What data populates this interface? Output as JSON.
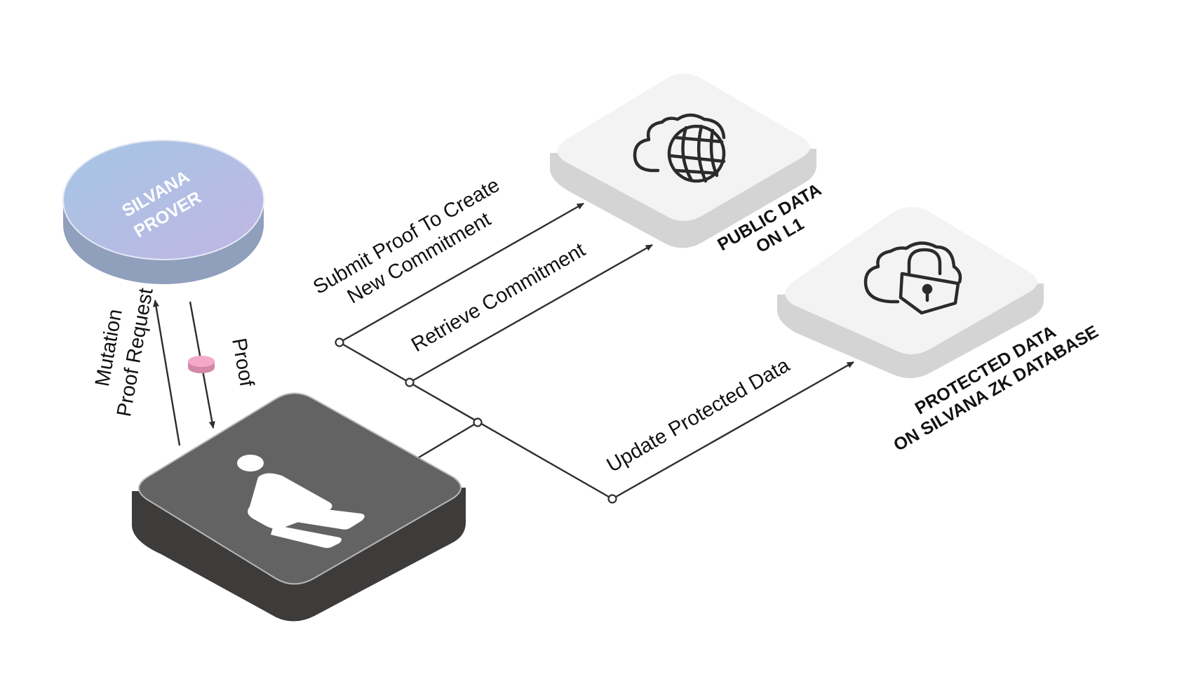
{
  "prover": {
    "label_line1": "SILVANA",
    "label_line2": "PROVER"
  },
  "arrows": {
    "mutation_line1": "Mutation",
    "mutation_line2": "Proof Request",
    "proof": "Proof"
  },
  "connectors": {
    "submit_line1": "Submit Proof To Create",
    "submit_line2": "New Commitment",
    "retrieve": "Retrieve Commitment",
    "update": "Update Protected Data"
  },
  "public_data": {
    "line1": "PUBLIC DATA",
    "line2": "ON L1"
  },
  "protected_data": {
    "line1": "PROTECTED DATA",
    "line2": "ON SILVANA ZK DATABASE"
  },
  "icons": {
    "globe_cloud": "globe-cloud-icon",
    "lock_cloud": "lock-cloud-icon",
    "user": "user-icon"
  },
  "colors": {
    "prover_top_left": "#a4c6e4",
    "prover_top_right": "#c1b6e4",
    "prover_side": "#8f9fbc",
    "user_tile_top": "#636363",
    "user_tile_side": "#3e3b3b",
    "data_tile_top": "#f3f3f3",
    "data_tile_side": "#d4d4d4",
    "proof_token": "#f4a9c9"
  }
}
